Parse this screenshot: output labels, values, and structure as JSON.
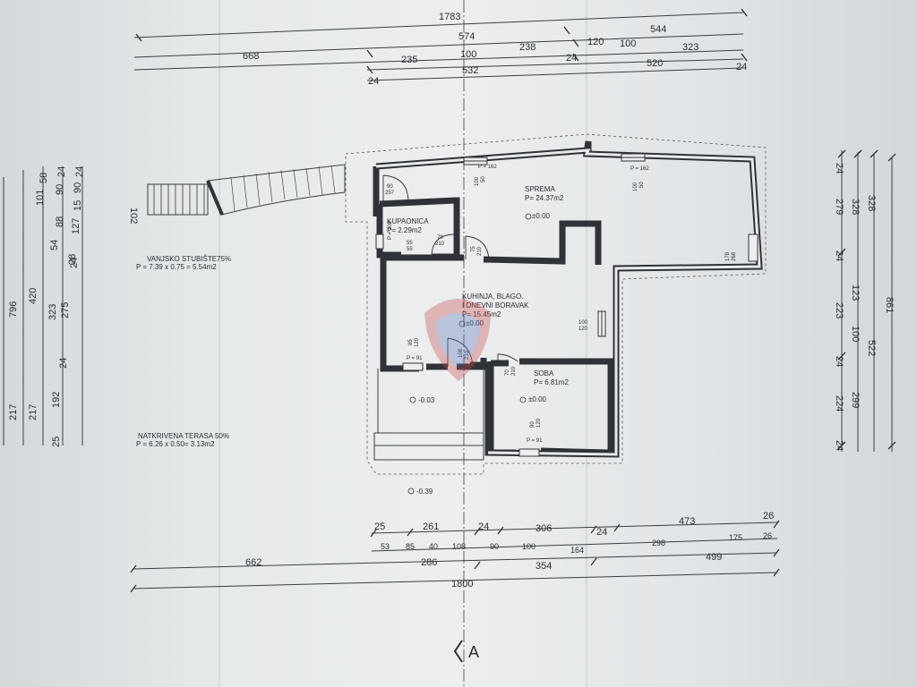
{
  "top_dims": {
    "overall": "1783",
    "row2": [
      "574",
      "544"
    ],
    "row3": [
      "668",
      "120",
      "100",
      "323"
    ],
    "row4": [
      "235",
      "100",
      "238",
      "24"
    ],
    "row5": [
      "24",
      "532",
      "520",
      "24"
    ]
  },
  "left_dims": {
    "col1": [
      "796",
      "217"
    ],
    "col2": [
      "420",
      "217"
    ],
    "col3": [
      "101",
      "58",
      "54",
      "323",
      "192",
      "25"
    ],
    "col4": [
      "88",
      "28",
      "275",
      "24"
    ],
    "col5": [
      "90",
      "24",
      "127",
      "24"
    ],
    "col6": [
      "15",
      "90",
      "24"
    ]
  },
  "right_dims": {
    "col1": [
      "24",
      "24",
      "24",
      "24"
    ],
    "col2": [
      "279",
      "223",
      "100",
      "224"
    ],
    "col3": [
      "328",
      "123",
      "299"
    ],
    "col4": [
      "328",
      "522"
    ],
    "col5": [
      "861"
    ]
  },
  "bottom_dims": {
    "row1": [
      "25",
      "261",
      "24",
      "306",
      "24",
      "473",
      "26"
    ],
    "row2": [
      "53",
      "85",
      "40",
      "108",
      "90",
      "100",
      "164",
      "298",
      "175",
      "26"
    ],
    "row3": [
      "662",
      "286",
      "354",
      "499"
    ],
    "overall": "1800"
  },
  "rooms": {
    "storage": {
      "name": "SPREMA",
      "area": "P= 24.37m2",
      "level": "±0.00"
    },
    "bathroom": {
      "name": "KUPAONICA",
      "area": "P= 2.29m2"
    },
    "kitchen": {
      "name1": "KUHINJA, BLAGO.",
      "name2": "I DNEVNI BORAVAK",
      "area": "P= 15.45m2",
      "level": "±0.00"
    },
    "bedroom": {
      "name": "SOBA",
      "area": "P= 6.81m2",
      "level": "±0.00"
    }
  },
  "notes": {
    "stairs_label": "VANJSKO STUBIŠTE75%",
    "stairs_area": "P = 7.39 x 0.75 = 5.54m2",
    "terrace_label": "NATKRIVENA TERASA 50%",
    "terrace_area": "P = 6.26 x 0.50= 3.13m2",
    "stairs_width": "102",
    "terrace_level": "-0.03",
    "outside_level": "-0.39"
  },
  "openings": {
    "o1": [
      "90",
      "257"
    ],
    "o2": [
      "100",
      "50"
    ],
    "o3": [
      "100",
      "50"
    ],
    "o4": [
      "178",
      "268"
    ],
    "o5": [
      "70",
      "210"
    ],
    "o6": [
      "75",
      "210"
    ],
    "o7": [
      "55",
      "55"
    ],
    "o8": [
      "85",
      "120"
    ],
    "o9": [
      "108",
      "210"
    ],
    "o10": [
      "100",
      "120"
    ],
    "o11": [
      "70",
      "210"
    ],
    "o12": [
      "90",
      "120"
    ],
    "p1": "P = 162",
    "p2": "P = 162",
    "p3": "P = 108",
    "p4": "P = 91",
    "p5": "P = 91"
  },
  "section_marker": "A"
}
